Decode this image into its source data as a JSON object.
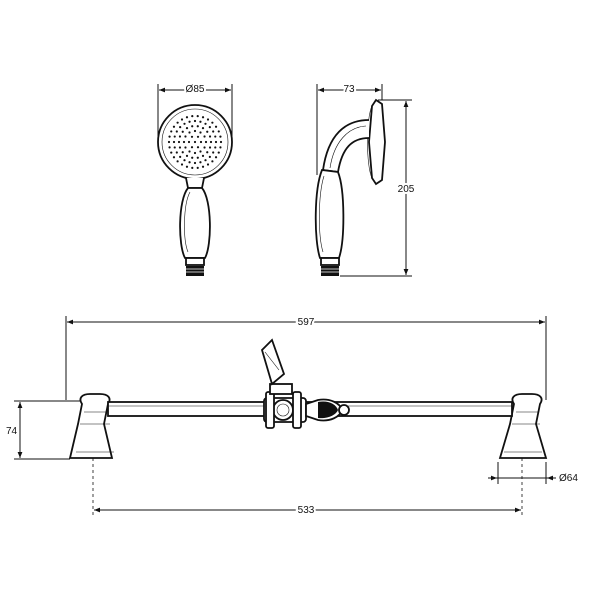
{
  "dimensions": {
    "head_diameter": "Ø85",
    "side_depth": "73",
    "side_height": "205",
    "overall_length": "597",
    "bar_height": "74",
    "base_diameter": "Ø64",
    "centre_distance": "533"
  }
}
